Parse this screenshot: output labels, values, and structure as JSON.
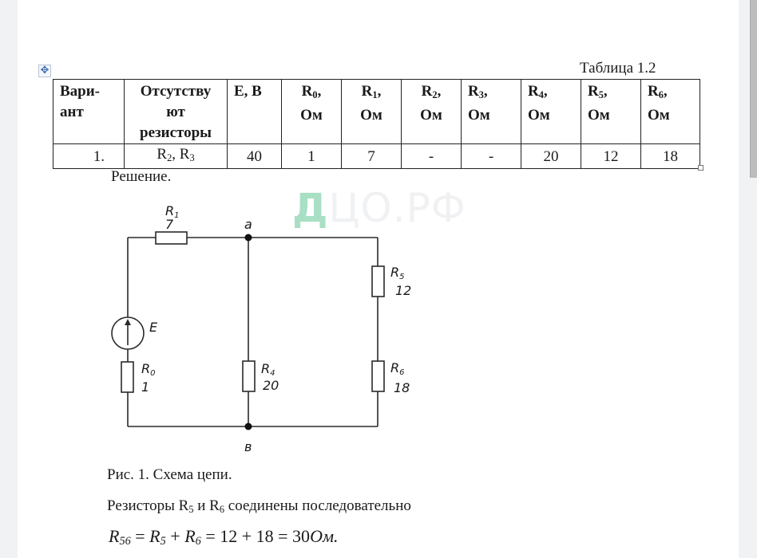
{
  "document": {
    "table_caption": "Таблица 1.2",
    "table": {
      "headers": [
        {
          "main": "Вари-",
          "line2": "ант",
          "line3": ""
        },
        {
          "main": "Отсутству",
          "line2": "ют",
          "line3": "резисторы"
        },
        {
          "main": "E, B",
          "line2": "",
          "line3": ""
        },
        {
          "sym": "R",
          "sub": "0",
          "suffix": ",",
          "line2": "Ом"
        },
        {
          "sym": "R",
          "sub": "1",
          "suffix": ",",
          "line2": "Ом"
        },
        {
          "sym": "R",
          "sub": "2",
          "suffix": ",",
          "line2": "Ом"
        },
        {
          "sym": "R",
          "sub": "3",
          "suffix": ",",
          "line2": "Ом"
        },
        {
          "sym": "R",
          "sub": "4",
          "suffix": ",",
          "line2": "Ом"
        },
        {
          "sym": "R",
          "sub": "5",
          "suffix": ",",
          "line2": "Ом"
        },
        {
          "sym": "R",
          "sub": "6",
          "suffix": ",",
          "line2": "Ом"
        }
      ],
      "rows": [
        {
          "variant": "1.",
          "missing": {
            "a_sym": "R",
            "a_sub": "2",
            "sep": ", ",
            "b_sym": "R",
            "b_sub": "3"
          },
          "E": "40",
          "R0": "1",
          "R1": "7",
          "R2": "-",
          "R3": "-",
          "R4": "20",
          "R5": "12",
          "R6": "18"
        }
      ]
    },
    "solution_heading": "Решение.",
    "watermark": {
      "part1": "Д",
      "part2": "ЦО.РФ"
    },
    "circuit": {
      "nodes": {
        "top": "a",
        "bottom": "в"
      },
      "source_label": "E",
      "resistors": [
        {
          "name": "R",
          "sub": "1",
          "value": "7"
        },
        {
          "name": "R",
          "sub": "0",
          "value": "1"
        },
        {
          "name": "R",
          "sub": "4",
          "value": "20"
        },
        {
          "name": "R",
          "sub": "5",
          "value": "12"
        },
        {
          "name": "R",
          "sub": "6",
          "value": "18"
        }
      ]
    },
    "figure_caption": "Рис. 1. Схема цепи.",
    "paragraph": {
      "text1": "Резисторы R",
      "sub1": "5",
      "text2": " и R",
      "sub2": "6",
      "text3": " соединены последовательно"
    },
    "formula": {
      "lhs_sym": "R",
      "lhs_sub": "56",
      "eq1": " = ",
      "a_sym": "R",
      "a_sub": "5",
      "plus1": " + ",
      "b_sym": "R",
      "b_sub": "6",
      "eq2": " = ",
      "numeric": "12 + 18 = 30",
      "unit": "Ом."
    }
  },
  "ui": {
    "move_handle_icon": "move-arrows-icon",
    "accent": "#3f6fb5",
    "watermark_color": "#a9dfc4"
  }
}
